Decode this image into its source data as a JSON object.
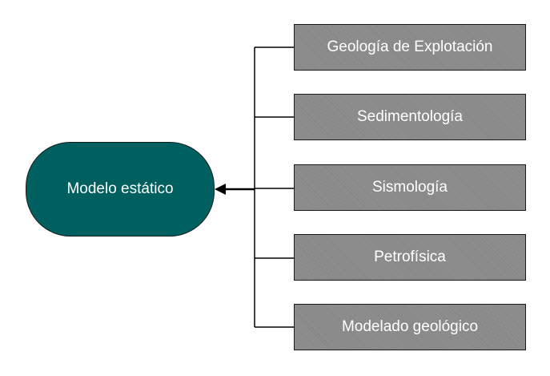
{
  "diagram": {
    "center_node": {
      "label": "Modelo estático"
    },
    "source_nodes": [
      {
        "label": "Geología de Explotación"
      },
      {
        "label": "Sedimentología"
      },
      {
        "label": "Sismología"
      },
      {
        "label": "Petrofísica"
      },
      {
        "label": "Modelado geológico"
      }
    ]
  },
  "colors": {
    "center_fill": "#006060",
    "box_fill": "#8c8c8c",
    "line": "#000000",
    "text": "#ffffff"
  }
}
